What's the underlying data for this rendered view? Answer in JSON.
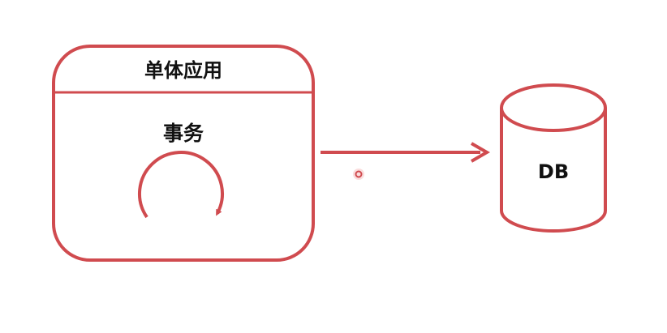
{
  "diagram": {
    "app_box": {
      "title": "单体应用",
      "inner_label": "事务"
    },
    "database": {
      "label": "DB"
    },
    "colors": {
      "stroke": "#d04b4f",
      "fill": "#ffffff",
      "text": "#111111",
      "cursor_dot": "#d04b4f"
    },
    "icons": [
      "cycle-arrow-icon",
      "connection-arrow-icon",
      "database-cylinder-icon"
    ]
  }
}
